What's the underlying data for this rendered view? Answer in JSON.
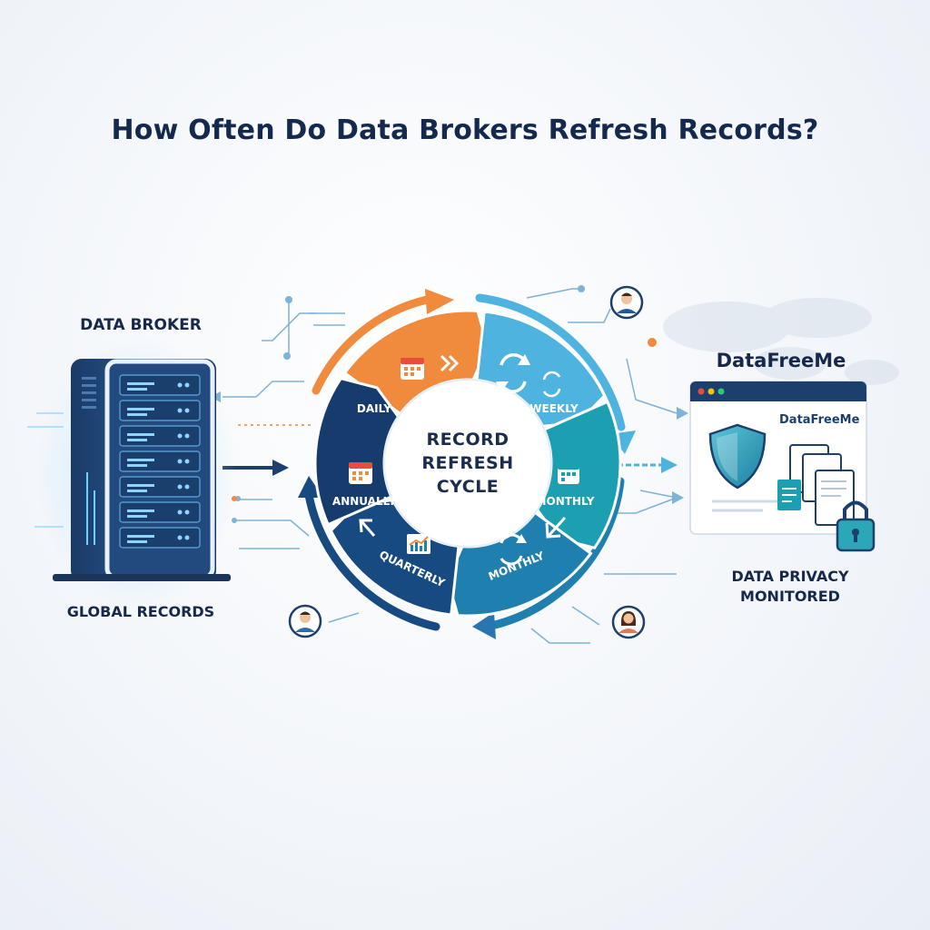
{
  "title": "How Often Do Data Brokers Refresh Records?",
  "broker": {
    "title": "DATA BROKER",
    "footer": "GLOBAL RECORDS"
  },
  "cycle": {
    "center": [
      "RECORD",
      "REFRESH",
      "CYCLE"
    ],
    "segments": [
      {
        "label": "DAILY",
        "color": "#f08a3c",
        "icon": "calendar-icon"
      },
      {
        "label": "WEEKLY",
        "color": "#4fb3e0",
        "icon": "refresh-icon"
      },
      {
        "label": "MONTHLY",
        "color": "#1c9fb0",
        "icon": "calendar-icon"
      },
      {
        "label": "MONTHLY",
        "color": "#1f7fae",
        "icon": "refresh-icon"
      },
      {
        "label": "QUARTERLY",
        "color": "#174a80",
        "icon": "chart-icon"
      },
      {
        "label": "ANNUALLY",
        "color": "#163c6d",
        "icon": "calendar-icon"
      }
    ]
  },
  "service": {
    "brand": "DataFreeMe",
    "window_title": "DataFreeMe",
    "status": [
      "DATA PRIVACY",
      "MONITORED"
    ]
  },
  "colors": {
    "navy": "#132a4e",
    "orange": "#f08a3c",
    "teal": "#1c9fb0",
    "sky": "#4fb3e0"
  }
}
